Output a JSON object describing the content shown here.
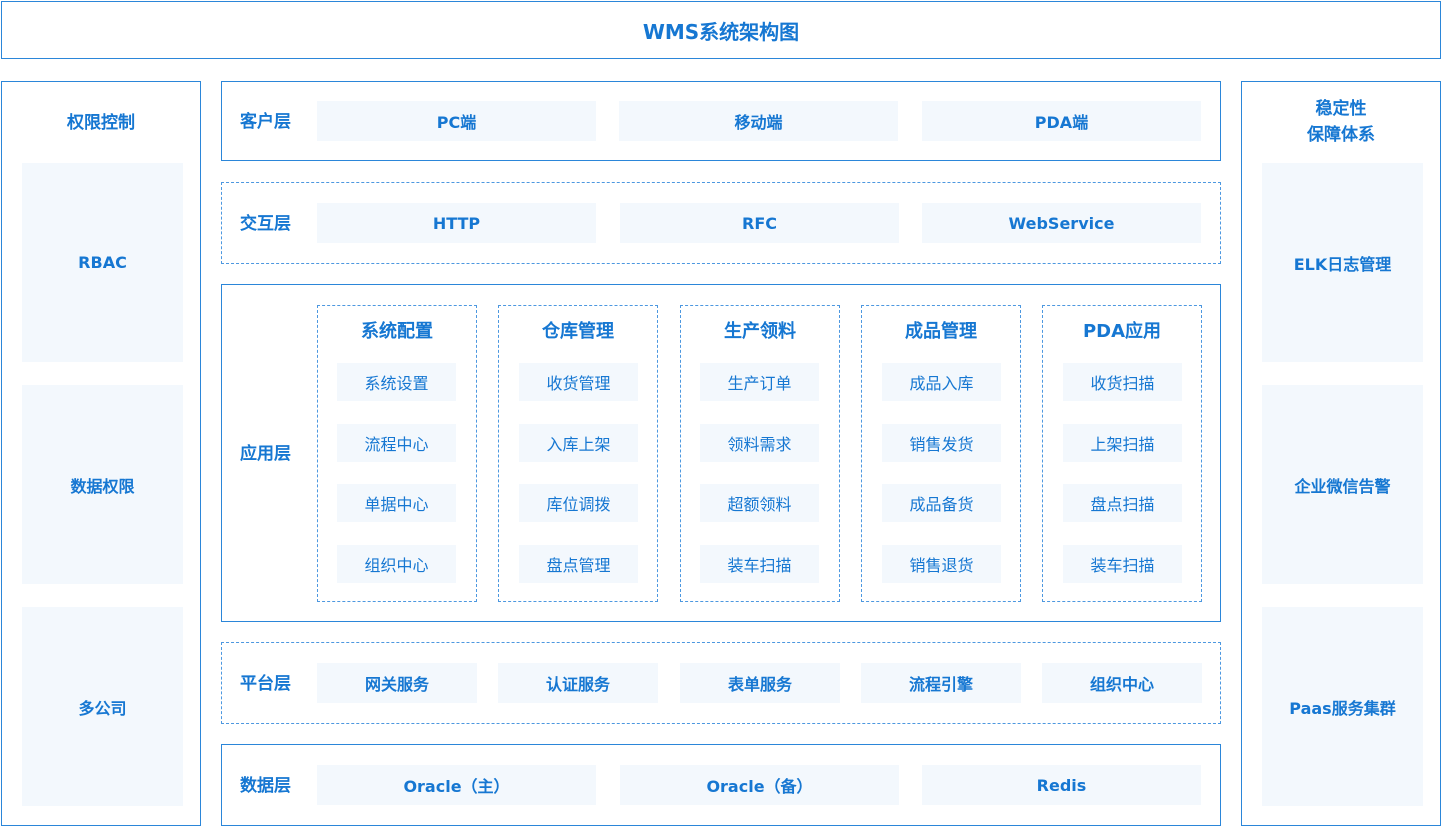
{
  "title": "WMS系统架构图",
  "left_panel": {
    "title": "权限控制",
    "items": [
      "RBAC",
      "数据权限",
      "多公司"
    ]
  },
  "right_panel": {
    "title_line1": "稳定性",
    "title_line2": "保障体系",
    "items": [
      "ELK日志管理",
      "企业微信告警",
      "Paas服务集群"
    ]
  },
  "client_layer": {
    "label": "客户层",
    "items": [
      "PC端",
      "移动端",
      "PDA端"
    ]
  },
  "interaction_layer": {
    "label": "交互层",
    "items": [
      "HTTP",
      "RFC",
      "WebService"
    ]
  },
  "application_layer": {
    "label": "应用层",
    "modules": [
      {
        "title": "系统配置",
        "items": [
          "系统设置",
          "流程中心",
          "单据中心",
          "组织中心"
        ]
      },
      {
        "title": "仓库管理",
        "items": [
          "收货管理",
          "入库上架",
          "库位调拨",
          "盘点管理"
        ]
      },
      {
        "title": "生产领料",
        "items": [
          "生产订单",
          "领料需求",
          "超额领料",
          "装车扫描"
        ]
      },
      {
        "title": "成品管理",
        "items": [
          "成品入库",
          "销售发货",
          "成品备货",
          "销售退货"
        ]
      },
      {
        "title": "PDA应用",
        "items": [
          "收货扫描",
          "上架扫描",
          "盘点扫描",
          "装车扫描"
        ]
      }
    ]
  },
  "platform_layer": {
    "label": "平台层",
    "items": [
      "网关服务",
      "认证服务",
      "表单服务",
      "流程引擎",
      "组织中心"
    ]
  },
  "data_layer": {
    "label": "数据层",
    "items": [
      "Oracle（主）",
      "Oracle（备）",
      "Redis"
    ]
  },
  "colors": {
    "accent": "#1677d2",
    "border": "#2b86d9",
    "tile_bg": "#f3f8fd"
  }
}
